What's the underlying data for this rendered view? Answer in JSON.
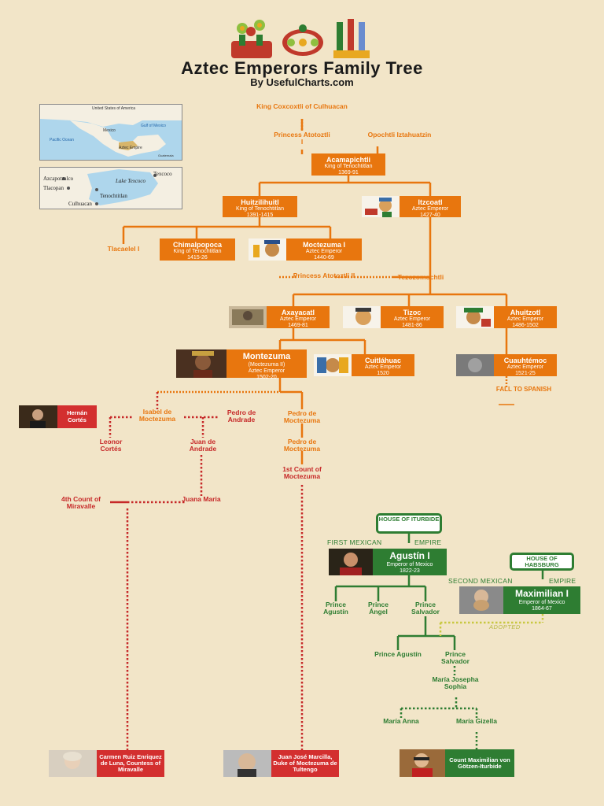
{
  "header": {
    "title": "Aztec Emperors Family Tree",
    "subtitle": "By UsefulCharts.com",
    "logo_icons": [
      "flower-glyph-icon",
      "wheel-glyph-icon",
      "plant-glyph-icon"
    ]
  },
  "maps": {
    "world": {
      "labels": [
        "United States of America",
        "Mexico",
        "Gulf of Mexico",
        "Pacific Ocean",
        "Aztec Empire",
        "Guatemala"
      ]
    },
    "valley": {
      "labels": [
        "Azcapotzalco",
        "Texcoco",
        "Tlacopan",
        "Lake Texcoco",
        "Tenochtitlan",
        "Culhuacan"
      ]
    }
  },
  "people": {
    "coxcoxtli": "King Coxcoxtli of Culhuacan",
    "atotoztli1": "Princess Atotoztli I",
    "opochtli": "Opochtli Iztahuatzin",
    "acamapichtli": {
      "name": "Acamapichtli",
      "title": "King of Tenochtitlan",
      "dates": "1369-91"
    },
    "huitzilihuitl": {
      "name": "Huitzilihuitl",
      "title": "King of Tenochtitlan",
      "dates": "1391-1415"
    },
    "itzcoatl": {
      "name": "Itzcoatl",
      "title": "Aztec Emperor",
      "dates": "1427-40"
    },
    "tlacaelel": "Tlacaelel I",
    "chimalpopoca": {
      "name": "Chimalpopoca",
      "title": "King of Tenochtitlan",
      "dates": "1415-26"
    },
    "moctezuma1": {
      "name": "Moctezuma I",
      "title": "Aztec Emperor",
      "dates": "1440-69"
    },
    "atotoztli2": "Princess Atotoztli II",
    "tezozomochtli": "Tezozomochtli",
    "axayacatl": {
      "name": "Axayacatl",
      "title": "Aztec Emperor",
      "dates": "1469-81"
    },
    "tizoc": {
      "name": "Tizoc",
      "title": "Aztec Emperor",
      "dates": "1481-86"
    },
    "ahuitzotl": {
      "name": "Ahuitzotl",
      "title": "Aztec Emperor",
      "dates": "1486-1502"
    },
    "montezuma": {
      "name": "Montezuma",
      "alias": "(Moctezuma II)",
      "title": "Aztec Emperor",
      "dates": "1502-20"
    },
    "cuitlahuac": {
      "name": "Cuitláhuac",
      "title": "Aztec Emperor",
      "dates": "1520"
    },
    "cuauhtemoc": {
      "name": "Cuauhtémoc",
      "title": "Aztec Emperor",
      "dates": "1521-25"
    },
    "fall": "FALL TO SPANISH",
    "hernan": "Hernán Cortés",
    "isabel": "Isabel de Moctezuma",
    "pedro_andrade": "Pedro de Andrade",
    "pedro_moct1": "Pedro de Moctezuma",
    "leonor": "Leonor Cortés",
    "juan_andrade": "Juan de Andrade",
    "pedro_moct2": "Pedro de Moctezuma",
    "first_count": "1st Count of Moctezuma",
    "fourth_count": "4th Count of Miravalle",
    "juana": "Juana Maria",
    "carmen": "Carmen Ruiz Enriquez de Luna, Countess of Miravalle",
    "juan_jose": "Juan José Marcilla, Duke of Moctezuma de Tultengo"
  },
  "mexican": {
    "house_iturbide": "HOUSE OF ITURBIDE",
    "first_left": "FIRST MEXICAN",
    "first_right": "EMPIRE",
    "agustin": {
      "name": "Agustín I",
      "title": "Emperor of Mexico",
      "dates": "1822-23"
    },
    "house_habsburg": "HOUSE OF HABSBURG",
    "second_left": "SECOND MEXICAN",
    "second_right": "EMPIRE",
    "maximilian": {
      "name": "Maximilian I",
      "title": "Emperor of Mexico",
      "dates": "1864-67"
    },
    "p_agustin": "Prince Agustín",
    "p_angel": "Prince Ángel",
    "p_salvador": "Prince Salvador",
    "adopted": "ADOPTED",
    "p_agustin2": "Prince Agustín",
    "p_salvador2": "Prince Salvador",
    "maria_josepha": "María Josepha Sophia",
    "maria_anna": "María Anna",
    "maria_gizella": "María Gizella",
    "count_max": "Count Maximilian von Götzen-Iturbide"
  },
  "colors": {
    "orange": "#e8760e",
    "red": "#d32f2f",
    "dark_red": "#c62828",
    "green": "#2e7d32",
    "lime": "#c8c840",
    "background": "#f2e5c8"
  }
}
